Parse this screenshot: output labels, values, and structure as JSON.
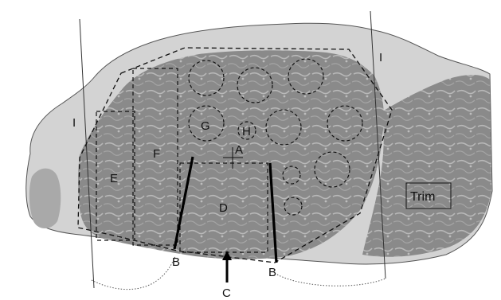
{
  "diagram": {
    "labels": {
      "a": "A",
      "b_left": "B",
      "b_right": "B",
      "c": "C",
      "d": "D",
      "e": "E",
      "f": "F",
      "g": "G",
      "h": "H",
      "i_left": "I",
      "i_right": "I",
      "trim": "Trim"
    },
    "colors": {
      "fat": "#d3d3d3",
      "muscle": "#8a8a8a",
      "muscle_light": "#a9a9a9",
      "outline": "#111111"
    }
  }
}
